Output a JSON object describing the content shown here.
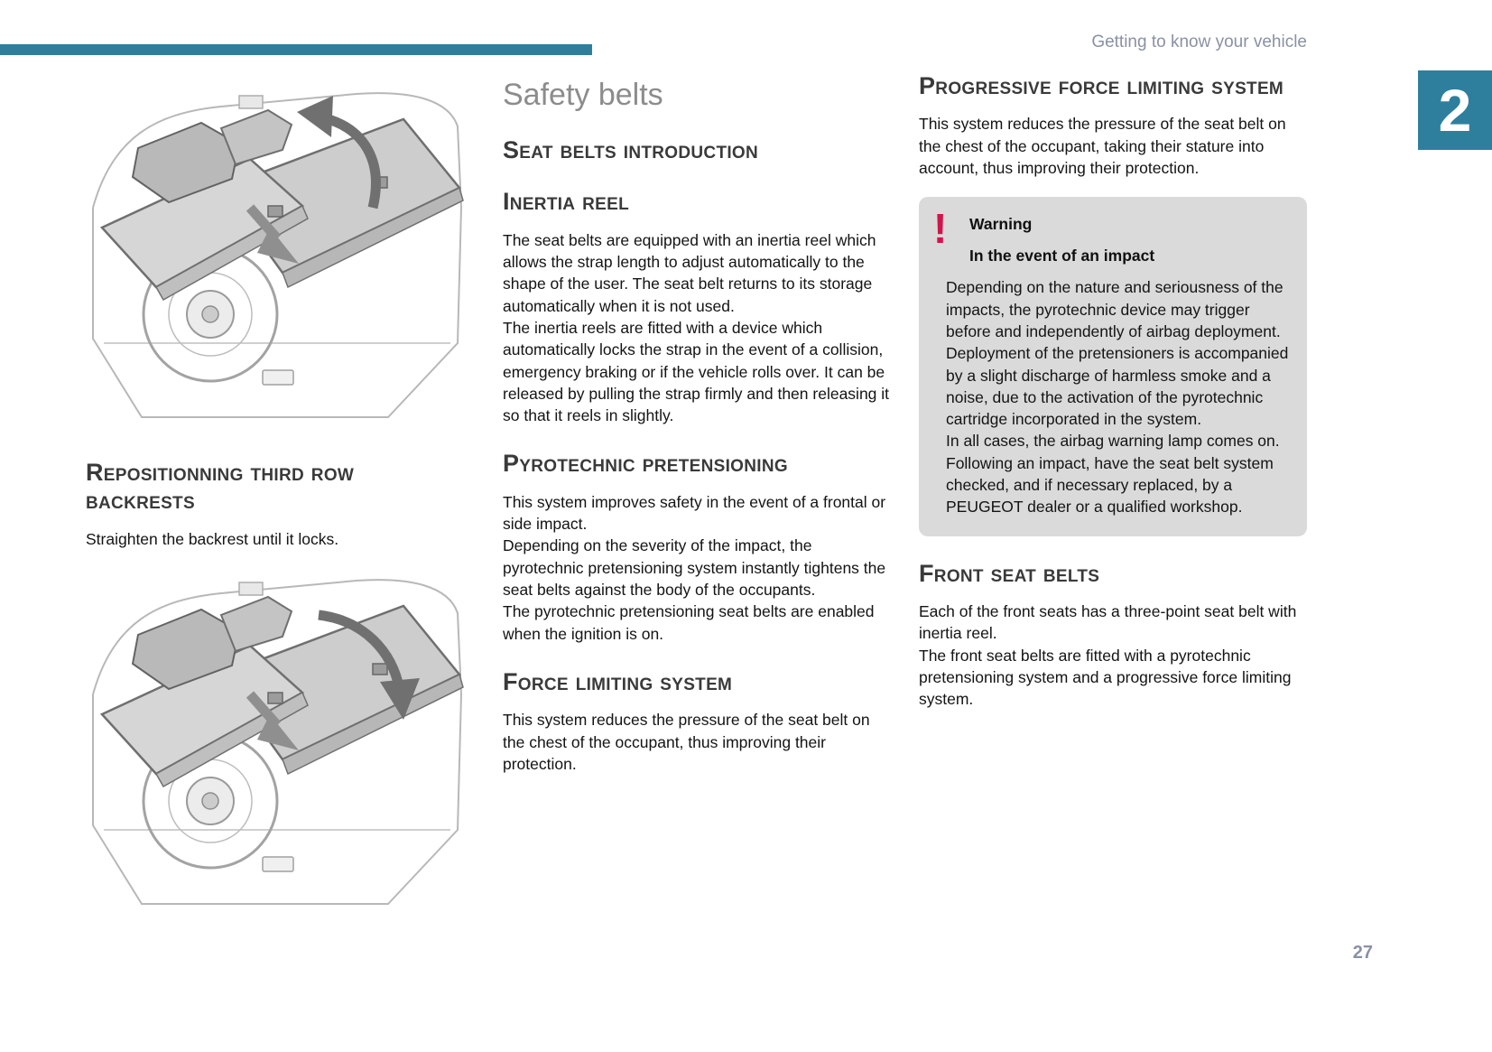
{
  "page": {
    "header": "Getting to know your vehicle",
    "chapter_number": "2",
    "page_number": "27"
  },
  "colors": {
    "accent_teal": "#2e7f9e",
    "header_gray": "#8a91a5",
    "heading_gray": "#3a3a3a",
    "title_gray": "#8c8c8c",
    "warning_box_bg": "#dadada",
    "warning_red": "#d0154d"
  },
  "left_column": {
    "figures": [
      "third-row-seats-folded-illustration",
      "third-row-seats-repositioning-illustration"
    ],
    "heading": "Repositionning third row backrests",
    "body": "Straighten the backrest until it locks."
  },
  "middle_column": {
    "title": "Safety belts",
    "sections": [
      {
        "heading": "Seat belts introduction",
        "paragraphs": []
      },
      {
        "heading": "Inertia reel",
        "paragraphs": [
          "The seat belts are equipped with an inertia reel which allows the strap length to adjust automatically to the shape of the user. The seat belt returns to its storage automatically when it is not used.",
          "The inertia reels are fitted with a device which automatically locks the strap in the event of a collision, emergency braking or if the vehicle rolls over. It can be released by pulling the strap firmly and then releasing it so that it reels in slightly."
        ]
      },
      {
        "heading": "Pyrotechnic pretensioning",
        "paragraphs": [
          "This system improves safety in the event of a frontal or side impact.",
          "Depending on the severity of the impact, the pyrotechnic pretensioning system instantly tightens the seat belts against the body of the occupants.",
          "The pyrotechnic pretensioning seat belts are enabled when the ignition is on."
        ]
      },
      {
        "heading": "Force limiting system",
        "paragraphs": [
          "This system reduces the pressure of the seat belt on the chest of the occupant, thus improving their protection."
        ]
      }
    ]
  },
  "right_column": {
    "sections": [
      {
        "heading": "Progressive force limiting system",
        "paragraphs": [
          "This system reduces the pressure of the seat belt on the chest of the occupant, taking their stature into account, thus improving their protection."
        ]
      },
      {
        "heading": "Front seat belts",
        "paragraphs": [
          "Each of the front seats has a three-point seat belt with inertia reel.",
          "The front seat belts are fitted with a pyrotechnic pretensioning system and a progressive force limiting system."
        ]
      }
    ],
    "warning_box": {
      "icon": "exclamation-icon",
      "icon_glyph": "!",
      "title": "Warning",
      "subtitle": "In the event of an impact",
      "paragraphs": [
        "Depending on the nature and seriousness of the impacts, the pyrotechnic device may trigger before and independently of airbag deployment. Deployment of the pretensioners is accompanied by a slight discharge of harmless smoke and a noise, due to the activation of the pyrotechnic cartridge incorporated in the system.",
        "In all cases, the airbag warning lamp comes on.",
        "Following an impact, have the seat belt system checked, and if necessary replaced, by a PEUGEOT dealer or a qualified workshop."
      ]
    }
  }
}
